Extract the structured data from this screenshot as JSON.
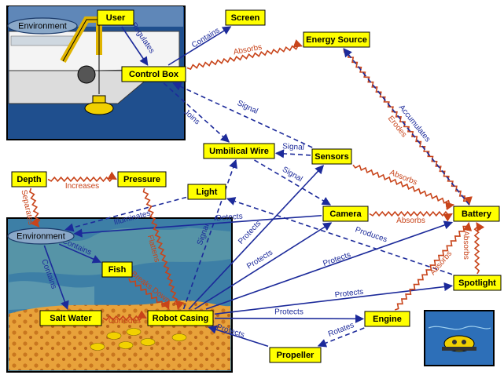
{
  "colors": {
    "relation_blue": "#1c2a9a",
    "causal_red": "#c8441a",
    "node_fill": "#ffff00"
  },
  "nodes": {
    "user": "User",
    "screen": "Screen",
    "energy_source": "Energy Source",
    "control_box": "Control Box",
    "umbilical_wire": "Umbilical Wire",
    "sensors": "Sensors",
    "depth": "Depth",
    "pressure": "Pressure",
    "light": "Light",
    "camera": "Camera",
    "battery": "Battery",
    "fish": "Fish",
    "spotlight": "Spotlight",
    "salt_water": "Salt Water",
    "robot_casing": "Robot Casing",
    "engine": "Engine",
    "propeller": "Propeller",
    "env_top": "Environment",
    "env_bottom": "Environment"
  },
  "edges": [
    {
      "id": "regulates",
      "label": "Regulates"
    },
    {
      "id": "contains_screen",
      "label": "Contains"
    },
    {
      "id": "absorbs_energy",
      "label": "Absorbs"
    },
    {
      "id": "signal_sensors_control",
      "label": "Signal"
    },
    {
      "id": "joins",
      "label": "Joins"
    },
    {
      "id": "signal_sensors_wire",
      "label": "Signal"
    },
    {
      "id": "signal_wire_camera",
      "label": "Signal"
    },
    {
      "id": "signal_casing",
      "label": "Signal"
    },
    {
      "id": "erodes",
      "label": "Erodes"
    },
    {
      "id": "accumulates",
      "label": "Accumulates"
    },
    {
      "id": "absorbs_sensors",
      "label": "Absorbs"
    },
    {
      "id": "increases",
      "label": "Increases"
    },
    {
      "id": "separates",
      "label": "Separates"
    },
    {
      "id": "illuminates",
      "label": "Illuminates"
    },
    {
      "id": "detects",
      "label": "Detects"
    },
    {
      "id": "absorbs_camera",
      "label": "Absorbs"
    },
    {
      "id": "contains_fish",
      "label": "Contains"
    },
    {
      "id": "contains_salt",
      "label": "Contains"
    },
    {
      "id": "flattens",
      "label": "Flattens"
    },
    {
      "id": "produces",
      "label": "Produces"
    },
    {
      "id": "breaks_down",
      "label": "Breaks Down"
    },
    {
      "id": "corrodes",
      "label": "Corrodes"
    },
    {
      "id": "protects_sensors",
      "label": "Protects"
    },
    {
      "id": "protects_camera",
      "label": "Protects"
    },
    {
      "id": "protects_battery",
      "label": "Protects"
    },
    {
      "id": "protects_spotlight",
      "label": "Protects"
    },
    {
      "id": "protects_engine",
      "label": "Protects"
    },
    {
      "id": "protects_propeller",
      "label": "Protects"
    },
    {
      "id": "rotates",
      "label": "Rotates"
    },
    {
      "id": "absorbs_spotlight",
      "label": "Absorbs"
    },
    {
      "id": "absorbs_engine",
      "label": "Absorbs"
    }
  ]
}
